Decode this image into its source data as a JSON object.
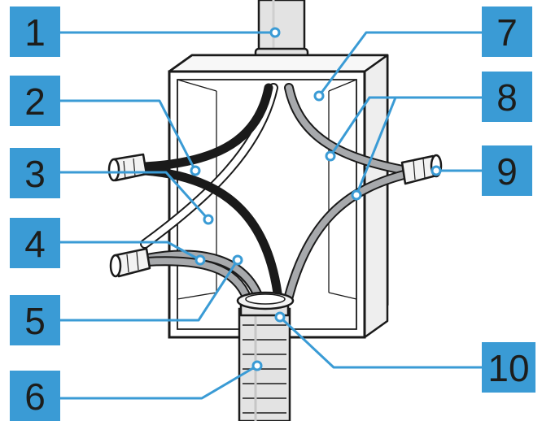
{
  "colors": {
    "callout_fill": "#3a9bd5",
    "leader_line": "#3a9bd5",
    "outline": "#1a1a1a",
    "black_wire": "#1a1a1a",
    "white_wire": "#ffffff",
    "gray_wire": "#a7a9ac",
    "conduit_fill": "#e3e3e3",
    "box_fill": "#ffffff"
  },
  "callouts": [
    {
      "id": "callout-1",
      "label": "1"
    },
    {
      "id": "callout-2",
      "label": "2"
    },
    {
      "id": "callout-3",
      "label": "3"
    },
    {
      "id": "callout-4",
      "label": "4"
    },
    {
      "id": "callout-5",
      "label": "5"
    },
    {
      "id": "callout-6",
      "label": "6"
    },
    {
      "id": "callout-7",
      "label": "7"
    },
    {
      "id": "callout-8",
      "label": "8"
    },
    {
      "id": "callout-9",
      "label": "9"
    },
    {
      "id": "callout-10",
      "label": "10"
    }
  ]
}
